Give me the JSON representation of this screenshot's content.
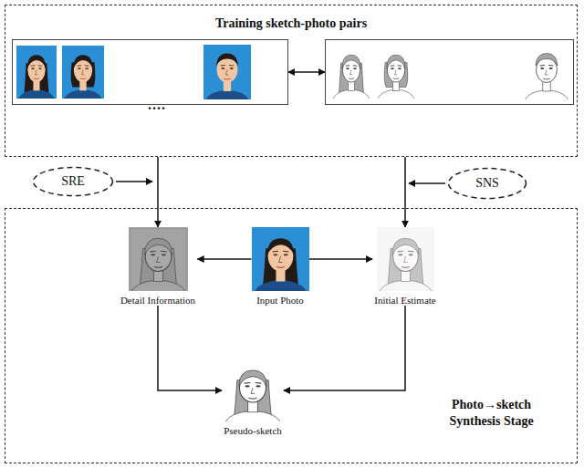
{
  "diagram": {
    "nodes": [
      {
        "text": [
          "Training sketch-photo pairs"
        ]
      },
      {
        "text": [
          "...."
        ],
        "in": 0
      },
      {
        "text": [
          "...."
        ],
        "in": 0
      },
      {
        "text": [
          "SRE"
        ]
      },
      {
        "text": [
          "SNS"
        ]
      },
      {
        "text": [
          "Photo→sketch Synthesis Stage"
        ]
      },
      {
        "text": [
          "Detail Information"
        ],
        "in": 5
      },
      {
        "text": [
          "Input Photo"
        ],
        "in": 5
      },
      {
        "text": [
          "Initial Estimate"
        ],
        "in": 5
      },
      {
        "text": [
          "Pseudo-sketch"
        ],
        "in": 5
      }
    ],
    "edges": [
      {
        "from": 1,
        "to": 2,
        "arrow": "both"
      },
      {
        "from": 0,
        "to": 6,
        "arrow": "to"
      },
      {
        "from": 0,
        "to": 8,
        "arrow": "to"
      },
      {
        "from": 7,
        "to": 6,
        "arrow": "to"
      },
      {
        "from": 7,
        "to": 8,
        "arrow": "to"
      },
      {
        "from": 6,
        "to": 9,
        "arrow": "to"
      },
      {
        "from": 8,
        "to": 9,
        "arrow": "to"
      }
    ]
  }
}
